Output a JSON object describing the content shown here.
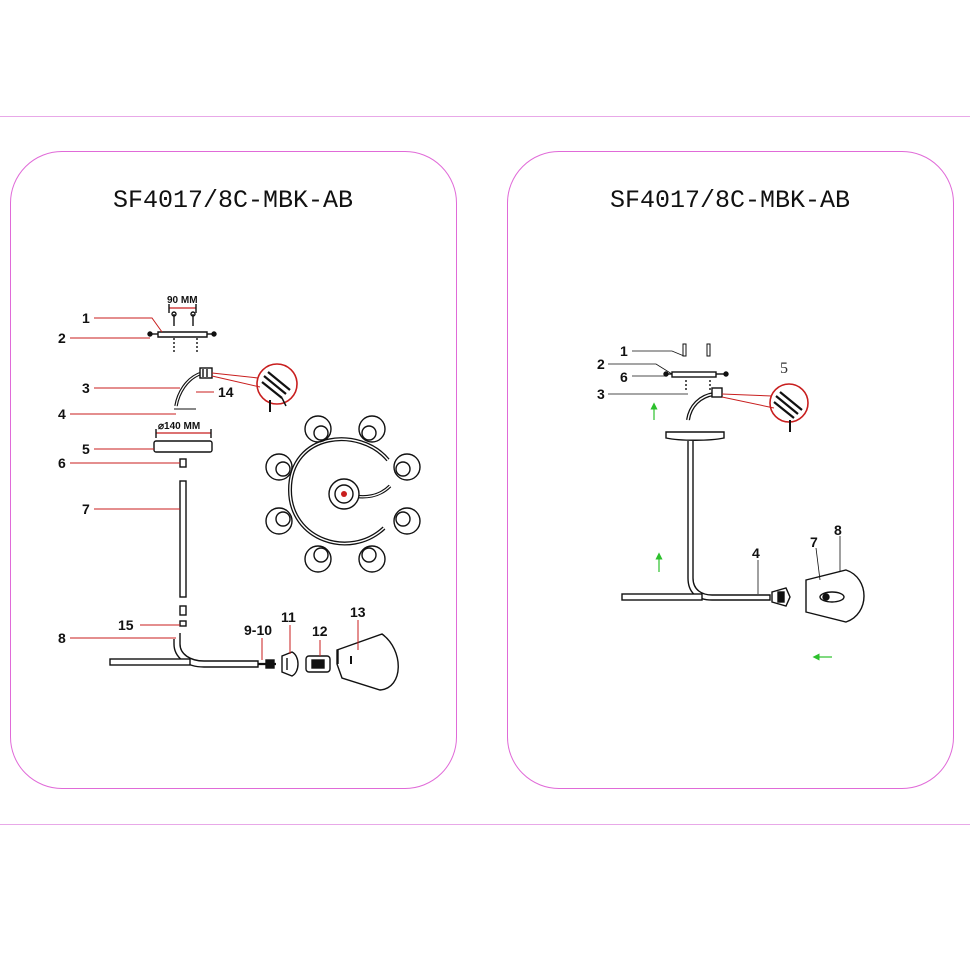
{
  "panels": [
    {
      "title": "SF4017/8C-MBK-AB",
      "dimensions": {
        "top_plate": "90 MM",
        "canopy": "⌀140 MM"
      },
      "labels": [
        "1",
        "2",
        "3",
        "4",
        "5",
        "6",
        "7",
        "8",
        "9-10",
        "11",
        "12",
        "13",
        "14",
        "15"
      ]
    },
    {
      "title": "SF4017/8C-MBK-AB",
      "labels": [
        "1",
        "2",
        "6",
        "3",
        "5",
        "4",
        "7",
        "8"
      ]
    }
  ],
  "colors": {
    "frame": "#e06ad8",
    "leader": "#c81e1e",
    "line": "#111111",
    "arrow": "#2cc02c"
  }
}
